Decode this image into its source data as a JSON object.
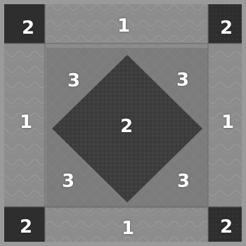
{
  "numbers": {
    "corner_top_left": "2",
    "border_top": "1",
    "corner_top_right": "2",
    "inner_top_left": "3",
    "inner_top_right": "3",
    "border_left": "1",
    "center": "2",
    "border_right": "1",
    "inner_bottom_left": "3",
    "inner_bottom_right": "3",
    "corner_bottom_left": "2",
    "border_bottom": "1",
    "corner_bottom_right": "2"
  },
  "colors": {
    "outer_frame": "#9a9a9a",
    "border_band": "#8c8c8c",
    "corner_block": "#2e2e2e",
    "inner_field": "#7c7c7c",
    "center_diamond": "#3d3d3d",
    "number_text": "#ffffff"
  }
}
